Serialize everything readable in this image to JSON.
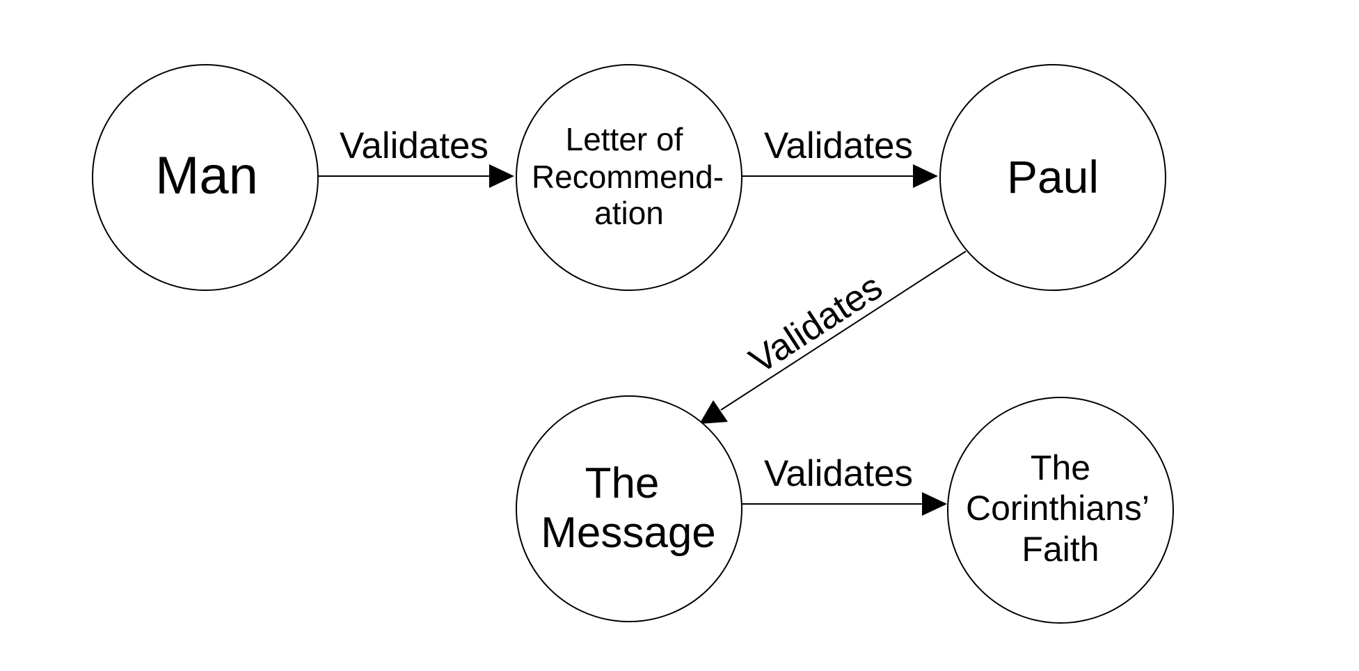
{
  "nodes": {
    "man": {
      "lines": [
        "Man"
      ]
    },
    "letter": {
      "lines": [
        "Letter of",
        "Recommend-",
        "ation"
      ]
    },
    "paul": {
      "lines": [
        "Paul"
      ]
    },
    "message": {
      "lines": [
        "The",
        "Message"
      ]
    },
    "faith": {
      "lines": [
        "The",
        "Corinthians’",
        "Faith"
      ]
    }
  },
  "edges": [
    {
      "from": "man",
      "to": "letter",
      "label": "Validates"
    },
    {
      "from": "letter",
      "to": "paul",
      "label": "Validates"
    },
    {
      "from": "paul",
      "to": "message",
      "label": "Validates"
    },
    {
      "from": "message",
      "to": "faith",
      "label": "Validates"
    }
  ]
}
